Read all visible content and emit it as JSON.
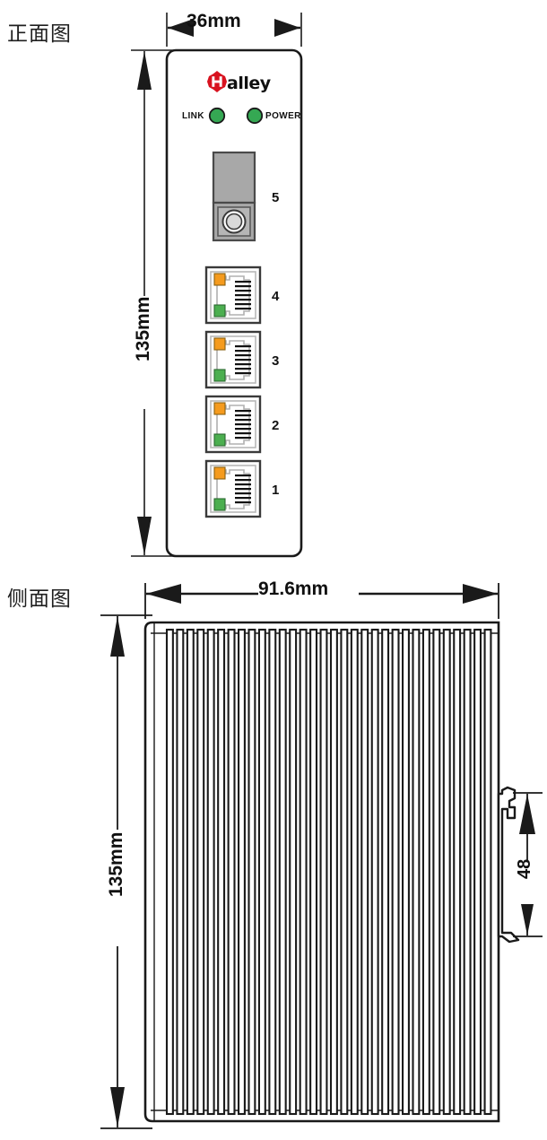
{
  "document": {
    "type": "mechanical-dimension-drawing",
    "product": "industrial ethernet switch"
  },
  "views": {
    "front": {
      "label": "正面图",
      "dimensions": {
        "width": "36mm",
        "height": "135mm"
      },
      "brand": {
        "logo_icon": "halley-hexagon-logo-icon",
        "name": "alley",
        "full_name": "Halley",
        "logo_color": "#d8121f",
        "logo_letter": "H"
      },
      "leds": [
        {
          "label": "LINK",
          "color": "#35a853",
          "position": "left"
        },
        {
          "label": "POWER",
          "color": "#35a853",
          "position": "right"
        }
      ],
      "fiber_port": {
        "number": "5",
        "type": "sc-fiber-port",
        "body_color": "#a8a8a8",
        "ferrule_color": "#d9d9d9"
      },
      "rj45_ports": [
        {
          "number": "4",
          "led_top_color": "#f59b1e",
          "led_bottom_color": "#4caf50"
        },
        {
          "number": "3",
          "led_top_color": "#f59b1e",
          "led_bottom_color": "#4caf50"
        },
        {
          "number": "2",
          "led_top_color": "#f59b1e",
          "led_bottom_color": "#4caf50"
        },
        {
          "number": "1",
          "led_top_color": "#f59b1e",
          "led_bottom_color": "#4caf50"
        }
      ]
    },
    "side": {
      "label": "侧面图",
      "dimensions": {
        "width": "91.6mm",
        "height": "135mm",
        "din_clip": "48"
      },
      "vent_fin_count": 32,
      "din_rail_clip": "din-rail-clip"
    }
  },
  "colors": {
    "line": "#1a1a1a",
    "body_fill": "#ffffff",
    "port_gray": "#a8a8a8",
    "led_green": "#35a853",
    "led_orange": "#f59b1e",
    "led_green_small": "#4caf50",
    "brand_red": "#d8121f"
  }
}
